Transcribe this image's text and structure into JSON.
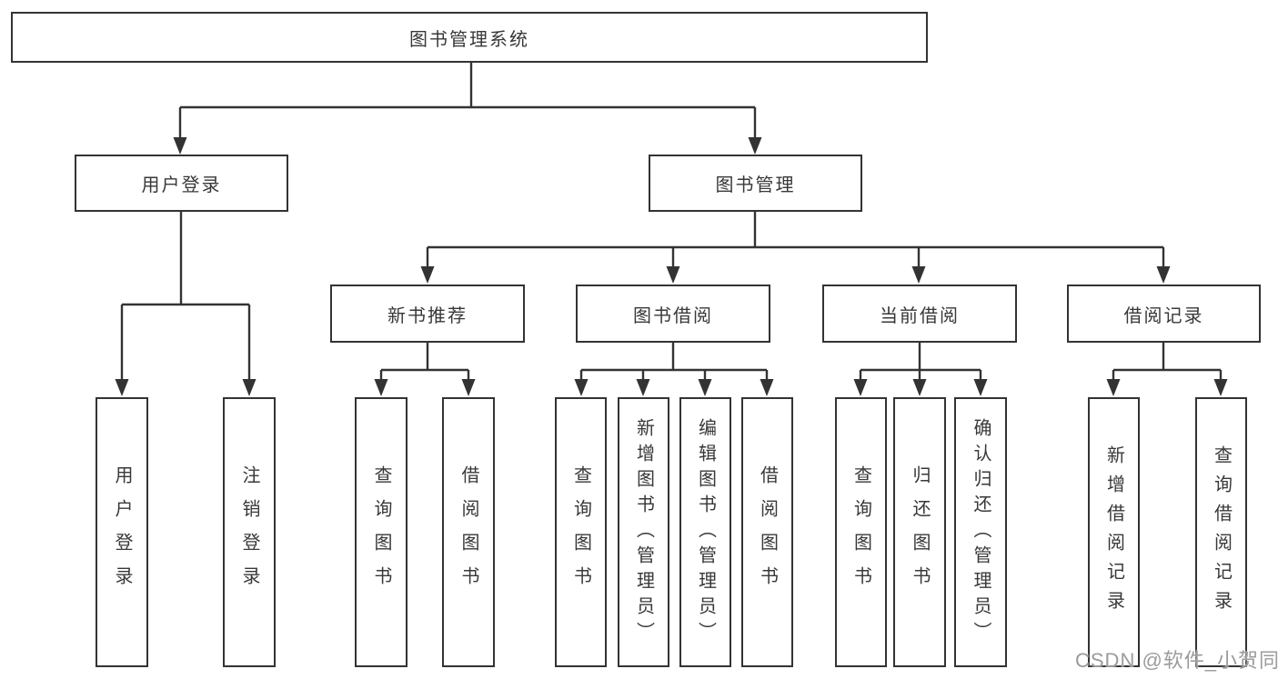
{
  "diagram": {
    "root": {
      "label": "图书管理系统"
    },
    "level2": {
      "user_login": {
        "label": "用户登录"
      },
      "book_management": {
        "label": "图书管理"
      }
    },
    "level3": {
      "new_book_recommend": {
        "label": "新书推荐"
      },
      "book_borrow": {
        "label": "图书借阅"
      },
      "current_borrow": {
        "label": "当前借阅"
      },
      "borrow_records": {
        "label": "借阅记录"
      }
    },
    "leaves": {
      "user_login": "用户登录",
      "logout": "注销登录",
      "nb_query_books": "查询图书",
      "nb_borrow_books": "借阅图书",
      "bb_query_books": "查询图书",
      "bb_add_books": "新增图书（管理员）",
      "bb_edit_books": "编辑图书（管理员）",
      "bb_borrow_books": "借阅图书",
      "cb_query_books": "查询图书",
      "cb_return_books": "归还图书",
      "cb_confirm_return": "确认归还（管理员）",
      "br_add_record": "新增借阅记录",
      "br_query_record": "查询借阅记录"
    }
  },
  "watermark": "CSDN @软件_小贺同学",
  "colors": {
    "line": "#333333",
    "box_border": "#333333",
    "text": "#383838",
    "watermark": "#9b9b9b",
    "background": "#ffffff"
  }
}
